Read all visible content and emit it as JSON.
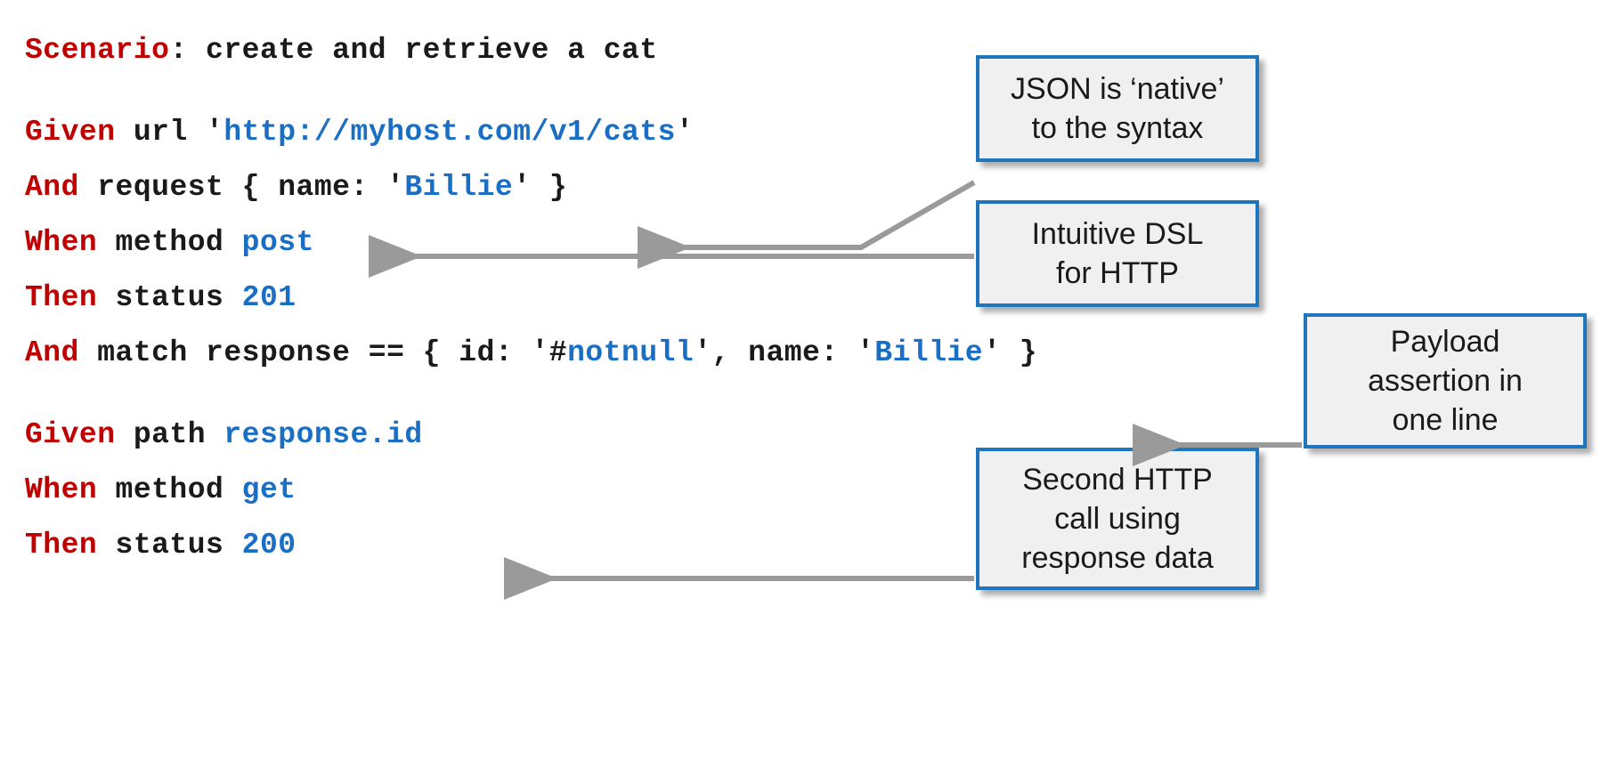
{
  "slide": {
    "background_color": "#ffffff",
    "keyword_color": "#c00000",
    "value_color": "#1a6fc4",
    "text_color": "#1a1a1a",
    "callout_border_color": "#1f76bc",
    "callout_fill_color": "#f0f0f0",
    "arrow_color": "#9a9a9a"
  },
  "code": {
    "lines": [
      {
        "id": "scenario",
        "tokens": [
          {
            "text": "Scenario",
            "style": "kw"
          },
          {
            "text": ": create and retrieve a cat",
            "style": "plain"
          }
        ]
      },
      {
        "id": "blank-1",
        "tokens": []
      },
      {
        "id": "given-url",
        "tokens": [
          {
            "text": "Given",
            "style": "kw"
          },
          {
            "text": " url '",
            "style": "plain"
          },
          {
            "text": "http://myhost.com/v1/cats",
            "style": "val"
          },
          {
            "text": "'",
            "style": "plain"
          }
        ]
      },
      {
        "id": "and-request",
        "tokens": [
          {
            "text": "And",
            "style": "kw"
          },
          {
            "text": " request { name: '",
            "style": "plain"
          },
          {
            "text": "Billie",
            "style": "val"
          },
          {
            "text": "' }",
            "style": "plain"
          }
        ]
      },
      {
        "id": "when-method-post",
        "tokens": [
          {
            "text": "When",
            "style": "kw"
          },
          {
            "text": " method ",
            "style": "plain"
          },
          {
            "text": "post",
            "style": "val"
          }
        ]
      },
      {
        "id": "then-status-201",
        "tokens": [
          {
            "text": "Then",
            "style": "kw"
          },
          {
            "text": " status ",
            "style": "plain"
          },
          {
            "text": "201",
            "style": "val"
          }
        ]
      },
      {
        "id": "and-match-response",
        "tokens": [
          {
            "text": "And",
            "style": "kw"
          },
          {
            "text": " match response == { id: '#",
            "style": "plain"
          },
          {
            "text": "notnull",
            "style": "val"
          },
          {
            "text": "', name: '",
            "style": "plain"
          },
          {
            "text": "Billie",
            "style": "val"
          },
          {
            "text": "' }",
            "style": "plain"
          }
        ]
      },
      {
        "id": "blank-2",
        "tokens": []
      },
      {
        "id": "given-path",
        "tokens": [
          {
            "text": "Given",
            "style": "kw"
          },
          {
            "text": " path ",
            "style": "plain"
          },
          {
            "text": "response.id",
            "style": "val"
          }
        ]
      },
      {
        "id": "when-method-get",
        "tokens": [
          {
            "text": "When",
            "style": "kw"
          },
          {
            "text": " method ",
            "style": "plain"
          },
          {
            "text": "get",
            "style": "val"
          }
        ]
      },
      {
        "id": "then-status-200",
        "tokens": [
          {
            "text": "Then",
            "style": "kw"
          },
          {
            "text": " status ",
            "style": "plain"
          },
          {
            "text": "200",
            "style": "val"
          }
        ]
      }
    ]
  },
  "callouts": {
    "json_native": {
      "text": "JSON is ‘native’\nto the syntax"
    },
    "intuitive_dsl": {
      "text": "Intuitive DSL\nfor HTTP"
    },
    "payload_assertion": {
      "text": "Payload\nassertion in\none line"
    },
    "second_http": {
      "text": "Second HTTP\ncall using\nresponse data"
    }
  }
}
